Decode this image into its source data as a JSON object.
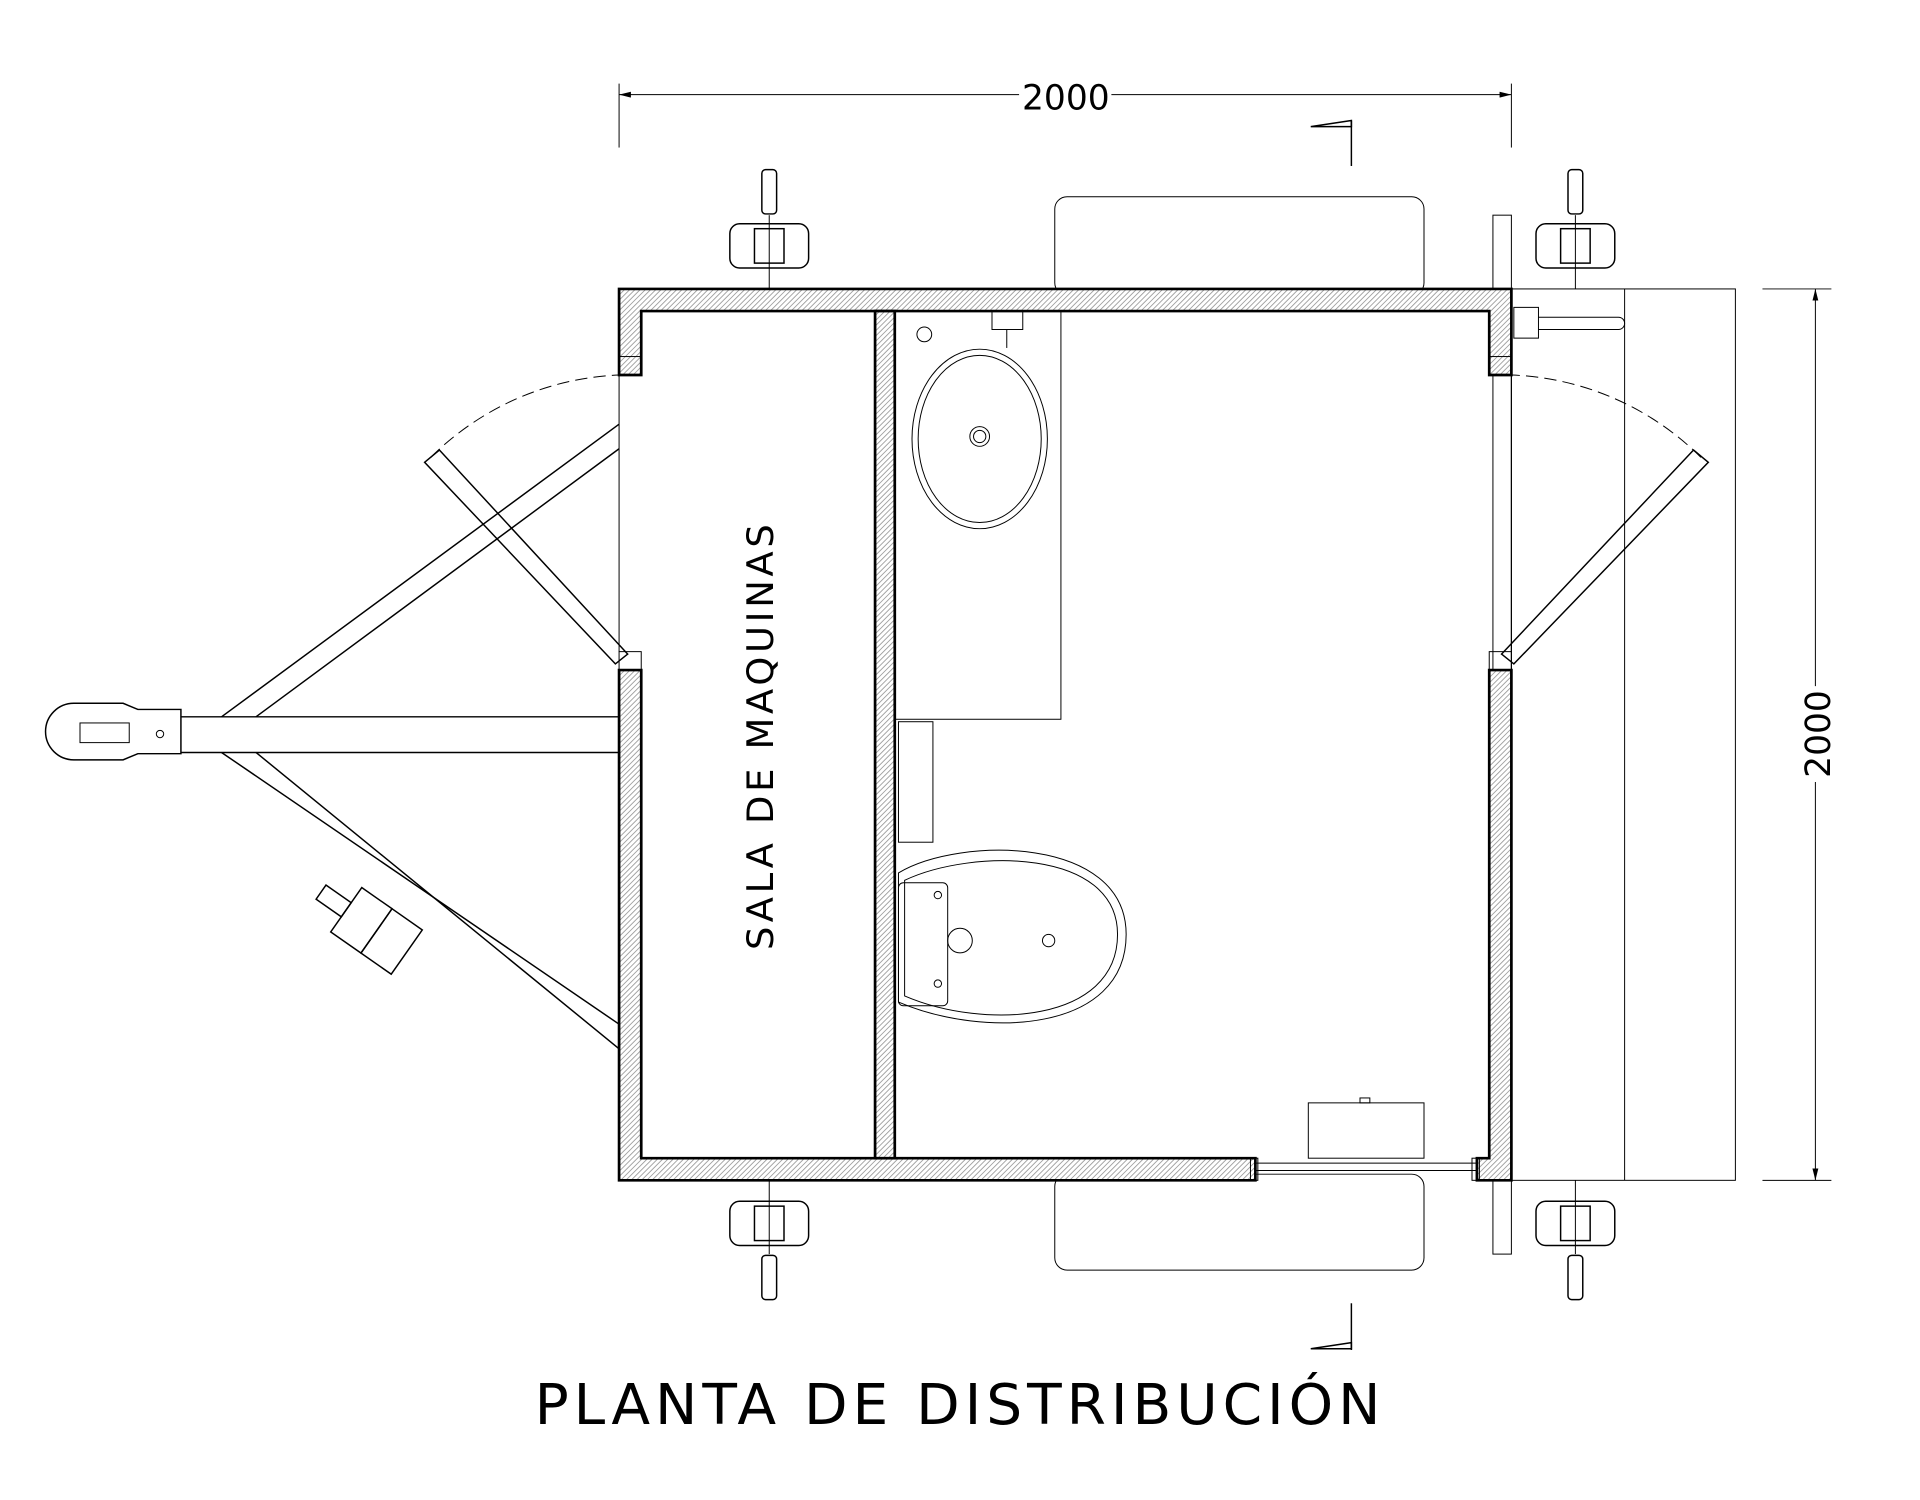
{
  "drawing": {
    "title": "PLANTA DE DISTRIBUCIÓN",
    "room_label": "SALA DE MAQUINAS",
    "dimension_width": "2000",
    "dimension_height": "2000"
  },
  "colors": {
    "line": "#000000",
    "hatch": "#9a9a9a",
    "background": "#ffffff"
  }
}
